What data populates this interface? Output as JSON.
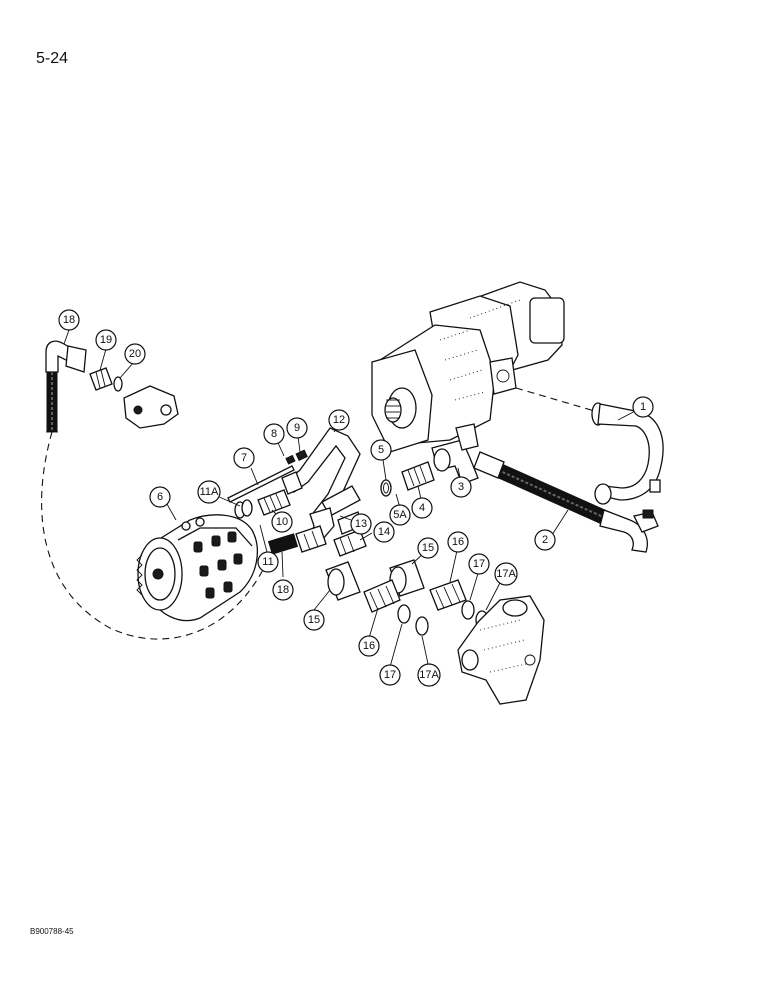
{
  "page": {
    "number": "5-24",
    "figure_code": "B900788-45"
  },
  "callouts": [
    {
      "id": "c1",
      "label": "1"
    },
    {
      "id": "c2",
      "label": "2"
    },
    {
      "id": "c3",
      "label": "3"
    },
    {
      "id": "c4",
      "label": "4"
    },
    {
      "id": "c5",
      "label": "5"
    },
    {
      "id": "c5a",
      "label": "5A"
    },
    {
      "id": "c6",
      "label": "6"
    },
    {
      "id": "c7",
      "label": "7"
    },
    {
      "id": "c8",
      "label": "8"
    },
    {
      "id": "c9",
      "label": "9"
    },
    {
      "id": "c10",
      "label": "10"
    },
    {
      "id": "c11",
      "label": "11"
    },
    {
      "id": "c11a",
      "label": "11A"
    },
    {
      "id": "c12",
      "label": "12"
    },
    {
      "id": "c13",
      "label": "13"
    },
    {
      "id": "c14",
      "label": "14"
    },
    {
      "id": "c15a",
      "label": "15"
    },
    {
      "id": "c15b",
      "label": "15"
    },
    {
      "id": "c16a",
      "label": "16"
    },
    {
      "id": "c16b",
      "label": "16"
    },
    {
      "id": "c17a",
      "label": "17"
    },
    {
      "id": "c17b",
      "label": "17"
    },
    {
      "id": "c17aa",
      "label": "17A"
    },
    {
      "id": "c17ab",
      "label": "17A"
    },
    {
      "id": "c18a",
      "label": "18"
    },
    {
      "id": "c18b",
      "label": "18"
    },
    {
      "id": "c19",
      "label": "19"
    },
    {
      "id": "c20",
      "label": "20"
    }
  ]
}
